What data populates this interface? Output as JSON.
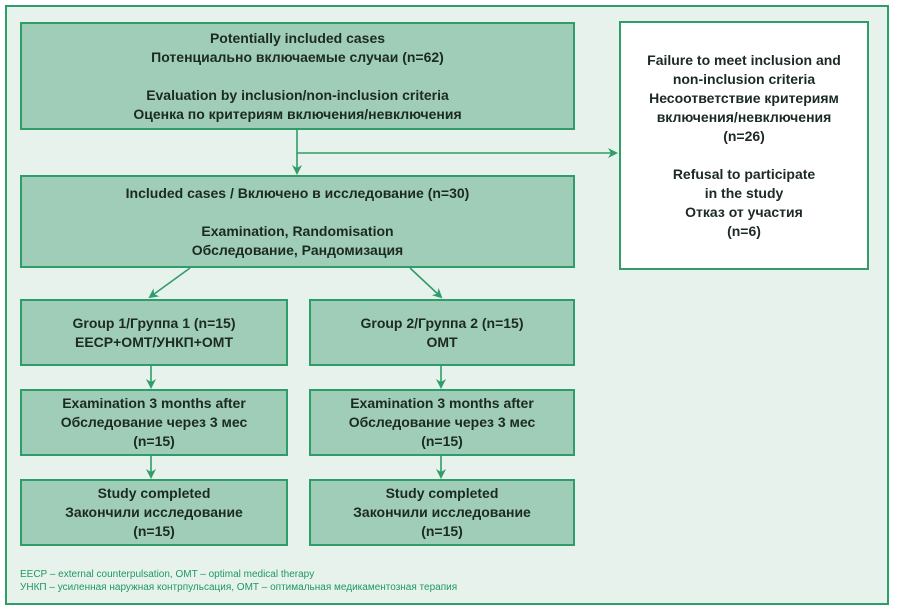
{
  "boxes": {
    "potential": {
      "lines": [
        "Potentially included cases",
        "Потенциально включаемые случаи (n=62)"
      ],
      "lines2": [
        "Evaluation by inclusion/non-inclusion criteria",
        "Оценка по критериям включения/невключения"
      ]
    },
    "failure": {
      "lines": [
        "Failure to meet inclusion and",
        "non-inclusion criteria",
        "Несоответствие критериям",
        "включения/невключения",
        "(n=26)"
      ],
      "lines2": [
        "Refusal to participate",
        "in the study",
        "Отказ от участия",
        "(n=6)"
      ]
    },
    "included": {
      "lines": [
        "Included cases / Включено в исследование (n=30)"
      ],
      "lines2": [
        "Examination, Randomisation",
        "Обследование, Рандомизация"
      ]
    },
    "group1": {
      "lines": [
        "Group 1/Группа 1 (n=15)",
        "EECP+OMT/УНКП+ОМТ"
      ]
    },
    "group2": {
      "lines": [
        "Group 2/Группа 2 (n=15)",
        "OMT"
      ]
    },
    "exam1": {
      "lines": [
        "Examination 3 months after",
        "Обследование через 3 мес",
        "(n=15)"
      ]
    },
    "exam2": {
      "lines": [
        "Examination 3 months after",
        "Обследование через 3 мес",
        "(n=15)"
      ]
    },
    "done1": {
      "lines": [
        "Study completed",
        "Закончили исследование",
        "(n=15)"
      ]
    },
    "done2": {
      "lines": [
        "Study completed",
        "Закончили исследование",
        "(n=15)"
      ]
    }
  },
  "footnotes": [
    "EECP – external counterpulsation, OMT – optimal medical therapy",
    "УНКП – усиленная наружная контрпульсация, ОМТ – оптимальная медикаментозная терапия"
  ],
  "colors": {
    "fill": "#9fcdb7",
    "border": "#2f9d6a",
    "background": "#e8f2ec",
    "footnote": "#1d9a5e"
  }
}
